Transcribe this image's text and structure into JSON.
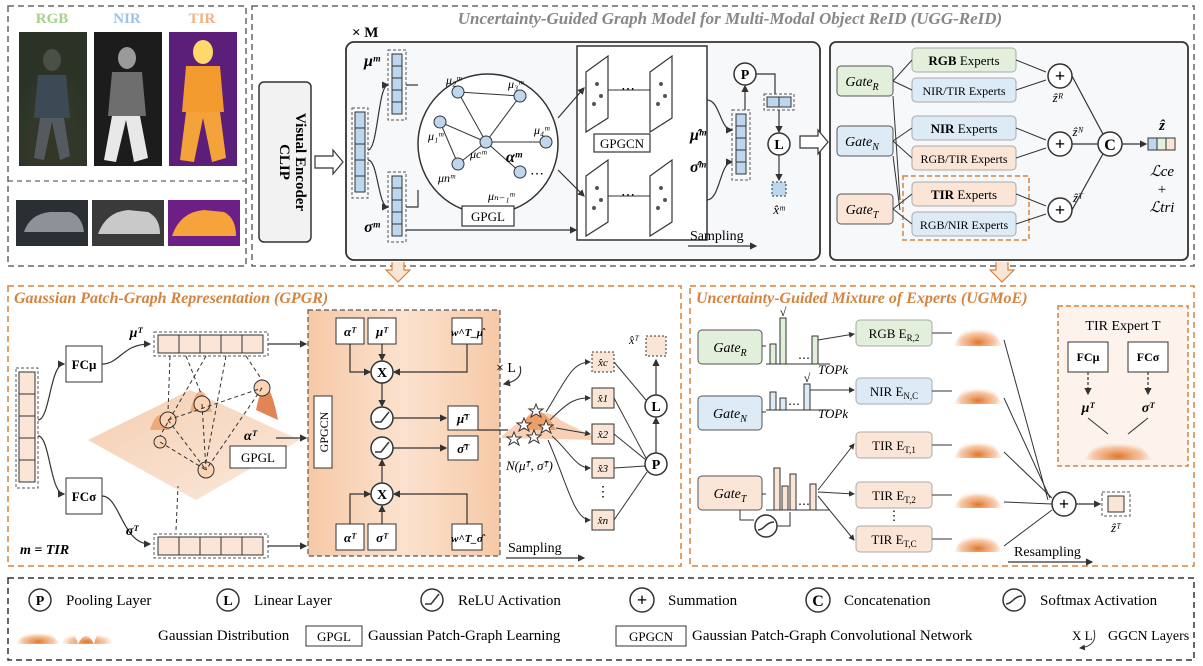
{
  "modalities": {
    "rgb": "RGB",
    "nir": "NIR",
    "tir": "TIR"
  },
  "top": {
    "title": "Uncertainty-Guided Graph Model for Multi-Modal Object ReID (UGG-ReID)",
    "repeat": "× M",
    "encoder": [
      "CLIP",
      "Visual Encoder"
    ],
    "mu": "μᵐ",
    "sigma": "σᵐ",
    "alpha": "αᵐ",
    "nodes": [
      "μ₂ᵐ",
      "μ₃ᵐ",
      "μ₁ᵐ",
      "μ₄ᵐ",
      "μcᵐ",
      "μnᵐ",
      "μₙ₋₁ᵐ"
    ],
    "gpgl": "GPGL",
    "gpgcn": "GPGCN",
    "mu_hat": "μ̂ᵐ",
    "sigma_hat": "σ̂ᵐ",
    "x_hat": "x̂ᵐ",
    "pool": "P",
    "linear": "L",
    "sampling": "Sampling",
    "dots": "⋯"
  },
  "experts": {
    "gates": [
      "Gate",
      "Gate",
      "Gate"
    ],
    "gate_subs": [
      "R",
      "N",
      "T"
    ],
    "rows": [
      {
        "main": "RGB",
        "main_suffix": " Experts",
        "other": "NIR/TIR Experts",
        "z": "ẑᴿ"
      },
      {
        "main": "NIR",
        "main_suffix": " Experts",
        "other": "RGB/TIR Experts",
        "z": "ẑᴺ"
      },
      {
        "main": "TIR",
        "main_suffix": " Experts",
        "other": "RGB/NIR Experts",
        "z": "ẑᵀ"
      }
    ],
    "concat": "C",
    "plus": "+",
    "z_hat": "ẑ",
    "loss_ce": "ℒce",
    "loss_plus": "+",
    "loss_tri": "ℒtri"
  },
  "gpgr": {
    "title": "Gaussian Patch-Graph Representation (GPGR)",
    "fc_mu": "FCμ",
    "fc_sigma": "FCσ",
    "mu_t": "μᵀ",
    "sigma_t": "σᵀ",
    "alpha_t": "αᵀ",
    "gpgl": "GPGL",
    "gpgcn": "GPGCN",
    "m_tir": "m = TIR",
    "top_inputs": [
      "αᵀ",
      "μᵀ",
      "w^T_μ̂"
    ],
    "bottom_inputs": [
      "αᵀ",
      "σᵀ",
      "w^T_σ̂"
    ],
    "mult": "X",
    "mu_hat_t": "μ̂ᵀ",
    "sigma_hat_t": "σ̂ᵀ",
    "layers": "× L",
    "samples": [
      "x̂c",
      "x̂1",
      "x̂2",
      "x̂3",
      "⋮",
      "x̂n"
    ],
    "x_hat_t": "x̂ᵀ",
    "normal": "N(μ̂ᵀ, σ̂ᵀ)",
    "pool": "P",
    "linear": "L",
    "sampling": "Sampling"
  },
  "ugmoe": {
    "title": "Uncertainty-Guided Mixture of Experts (UGMoE)",
    "gates": [
      "Gate",
      "Gate",
      "Gate"
    ],
    "gate_subs": [
      "R",
      "N",
      "T"
    ],
    "topk": "TOPk",
    "check": "√",
    "experts": [
      "RGB E",
      "NIR E",
      "TIR E",
      "TIR E",
      "TIR E"
    ],
    "expert_subs": [
      "R,2",
      "N,C",
      "T,1",
      "T,2",
      "T,C"
    ],
    "vdots": "⋮",
    "resampling": "Resampling",
    "z_hat_t": "ẑᵀ",
    "tir_expert_title": "TIR Expert T",
    "fc_mu": "FCμ",
    "fc_sigma": "FCσ",
    "mu_t": "μᵀ",
    "sigma_t": "σᵀ",
    "dots": "⋯"
  },
  "legend": {
    "items": [
      {
        "symbol": "P",
        "label": "Pooling Layer"
      },
      {
        "symbol": "L",
        "label": "Linear Layer"
      },
      {
        "symbol": "",
        "label": "ReLU Activation"
      },
      {
        "symbol": "+",
        "label": "Summation"
      },
      {
        "symbol": "C",
        "label": "Concatenation"
      },
      {
        "symbol": "",
        "label": "Softmax Activation"
      },
      {
        "symbol": "",
        "label": "Gaussian Distribution"
      },
      {
        "symbol": "GPGL",
        "label": "Gaussian Patch-Graph Learning"
      },
      {
        "symbol": "GPGCN",
        "label": "Gaussian Patch-Graph Convolutional Network"
      },
      {
        "symbol": "X L",
        "label": "GGCN Layers"
      }
    ]
  },
  "colors": {
    "orange_title": "#d4843f",
    "gray_title": "#888888",
    "rgb_label": "#a8d08d",
    "nir_label": "#9dc3e6",
    "tir_label": "#f4b183",
    "green_box": "#e2efda",
    "blue_box": "#ddebf7",
    "orange_box": "#fbe5d6",
    "cell_blue": "#bdd7ee",
    "cell_orange": "#f8cbad"
  }
}
